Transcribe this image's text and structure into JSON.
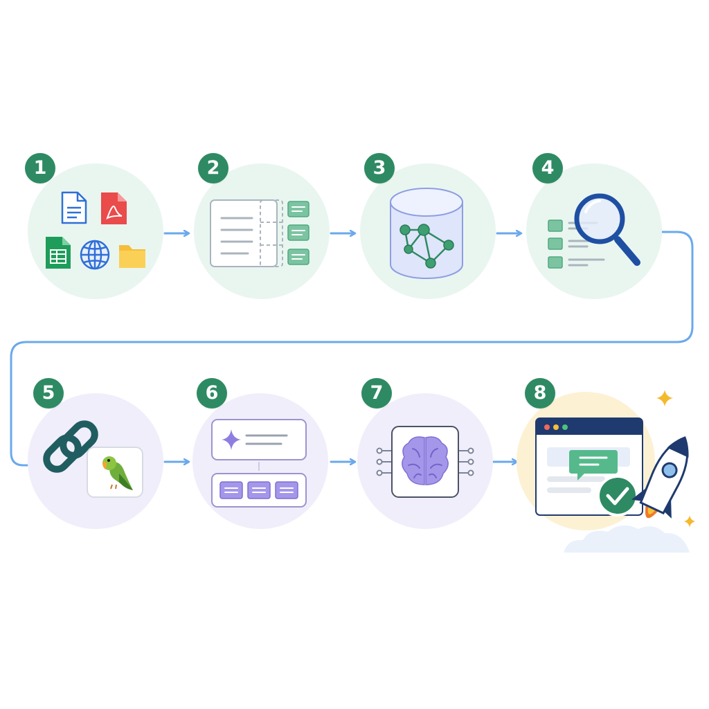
{
  "colors": {
    "badge": "#2e8a63",
    "circle_green": "#e9f6f0",
    "circle_purple": "#f0eefa",
    "circle_yellow": "#fdf1d4",
    "connector": "#6aa9ec",
    "icon_green": "#4fa980",
    "icon_purple": "#8f7ee2",
    "navy": "#1f3a6e"
  },
  "steps": [
    {
      "number": "1",
      "icon": "data-sources-icon"
    },
    {
      "number": "2",
      "icon": "document-chunking-icon"
    },
    {
      "number": "3",
      "icon": "vector-database-icon"
    },
    {
      "number": "4",
      "icon": "retrieval-search-icon"
    },
    {
      "number": "5",
      "icon": "chain-link-parrot-icon"
    },
    {
      "number": "6",
      "icon": "prompt-template-icon"
    },
    {
      "number": "7",
      "icon": "llm-brain-icon"
    },
    {
      "number": "8",
      "icon": "deploy-rocket-icon"
    }
  ]
}
